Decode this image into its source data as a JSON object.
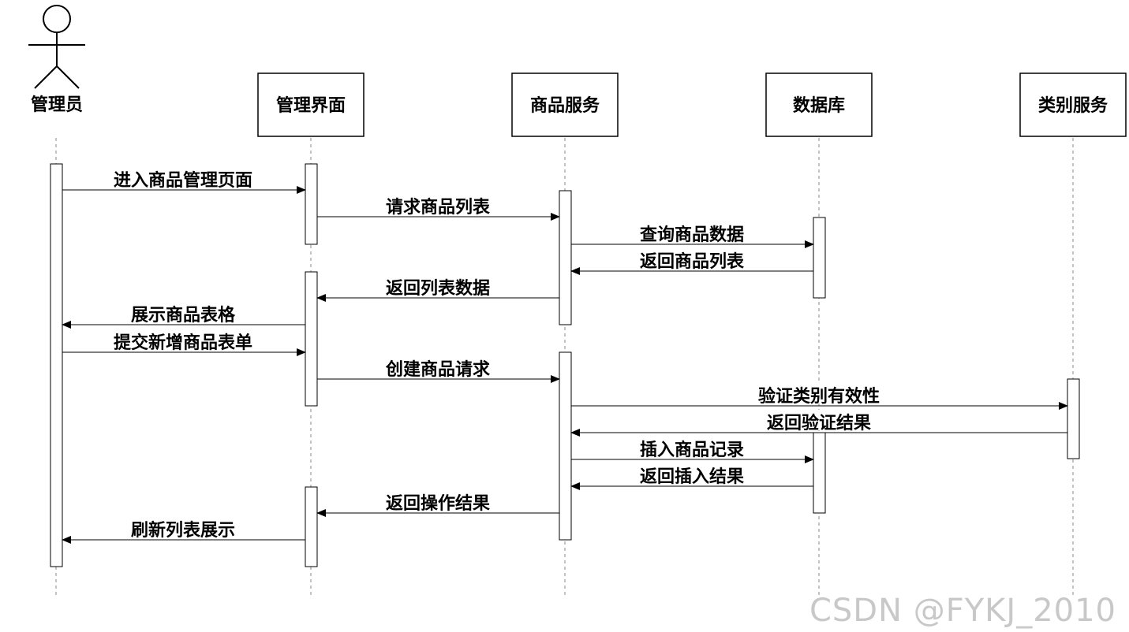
{
  "participants": [
    {
      "id": "admin",
      "label": "管理员",
      "kind": "actor"
    },
    {
      "id": "ui",
      "label": "管理界面",
      "kind": "box"
    },
    {
      "id": "goods",
      "label": "商品服务",
      "kind": "box"
    },
    {
      "id": "db",
      "label": "数据库",
      "kind": "box"
    },
    {
      "id": "category",
      "label": "类别服务",
      "kind": "box"
    }
  ],
  "messages": [
    {
      "from": "admin",
      "to": "ui",
      "label": "进入商品管理页面"
    },
    {
      "from": "ui",
      "to": "goods",
      "label": "请求商品列表"
    },
    {
      "from": "goods",
      "to": "db",
      "label": "查询商品数据"
    },
    {
      "from": "db",
      "to": "goods",
      "label": "返回商品列表"
    },
    {
      "from": "goods",
      "to": "ui",
      "label": "返回列表数据"
    },
    {
      "from": "ui",
      "to": "admin",
      "label": "展示商品表格"
    },
    {
      "from": "admin",
      "to": "ui",
      "label": "提交新增商品表单"
    },
    {
      "from": "ui",
      "to": "goods",
      "label": "创建商品请求"
    },
    {
      "from": "goods",
      "to": "category",
      "label": "验证类别有效性"
    },
    {
      "from": "category",
      "to": "goods",
      "label": "返回验证结果"
    },
    {
      "from": "goods",
      "to": "db",
      "label": "插入商品记录"
    },
    {
      "from": "db",
      "to": "goods",
      "label": "返回插入结果"
    },
    {
      "from": "goods",
      "to": "ui",
      "label": "返回操作结果"
    },
    {
      "from": "ui",
      "to": "admin",
      "label": "刷新列表展示"
    }
  ],
  "watermark": "CSDN @FYKJ_2010"
}
